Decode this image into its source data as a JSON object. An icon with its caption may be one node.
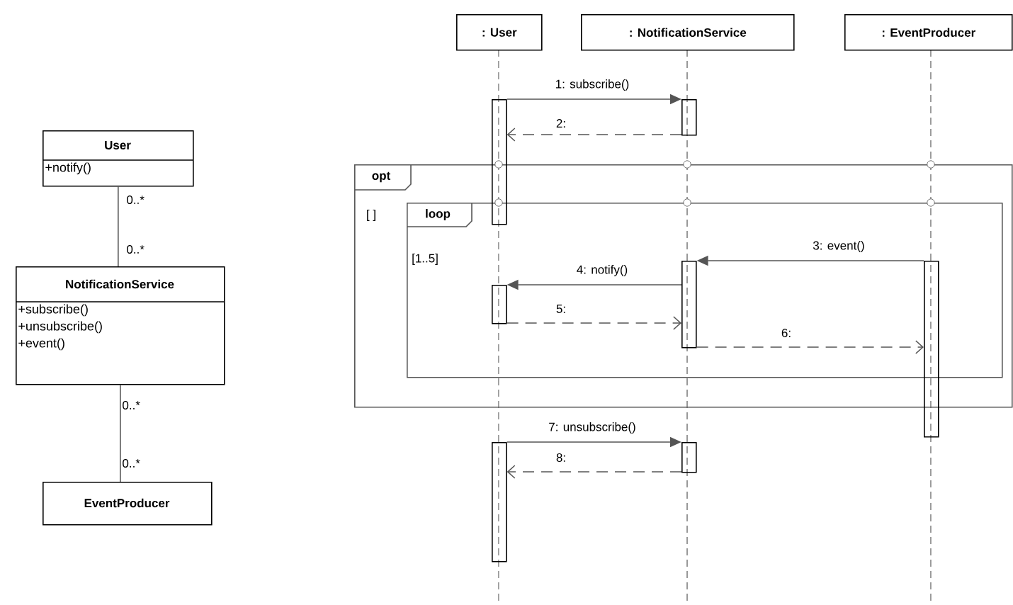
{
  "diagram": {
    "nodes": [
      {
        "text": [
          "User",
          "+notify()"
        ]
      },
      {
        "text": [
          "NotificationService",
          "+subscribe() +unsubscribe() +event()"
        ]
      },
      {
        "text": [
          "EventProducer"
        ]
      },
      {
        "text": [
          ": User"
        ]
      },
      {
        "text": [
          ": NotificationService"
        ]
      },
      {
        "text": [
          ": EventProducer"
        ]
      },
      {
        "text": [
          "opt",
          "[ ]"
        ]
      },
      {
        "text": [
          "loop",
          "[1..5]"
        ],
        "in": 6
      },
      {
        "text": [],
        "shape": "bar"
      },
      {
        "text": [],
        "shape": "bar"
      },
      {
        "text": [],
        "shape": "bar",
        "in": 7
      },
      {
        "text": [],
        "shape": "bar",
        "in": 7
      },
      {
        "text": [],
        "shape": "bar"
      },
      {
        "text": [],
        "shape": "bar"
      },
      {
        "text": [],
        "shape": "bar"
      }
    ],
    "edges": [
      {
        "from": 0,
        "to": 1,
        "arrow": "none"
      },
      {
        "from": 1,
        "to": 2,
        "arrow": "none"
      },
      {
        "from": 8,
        "to": 9,
        "arrow": "to",
        "label": "1: subscribe()"
      },
      {
        "from": 9,
        "to": 8,
        "arrow": "to",
        "label": "2:",
        "style": "dashed"
      },
      {
        "from": 12,
        "to": 11,
        "arrow": "to",
        "label": "3: event()"
      },
      {
        "from": 11,
        "to": 10,
        "arrow": "to",
        "label": "4: notify()"
      },
      {
        "from": 10,
        "to": 11,
        "arrow": "to",
        "label": "5:",
        "style": "dashed"
      },
      {
        "from": 11,
        "to": 12,
        "arrow": "to",
        "label": "6:",
        "style": "dashed"
      },
      {
        "from": 13,
        "to": 14,
        "arrow": "to",
        "label": "7: unsubscribe()"
      },
      {
        "from": 14,
        "to": 13,
        "arrow": "to",
        "label": "8:",
        "style": "dashed"
      }
    ],
    "labels": [
      "0..*",
      "0..*",
      "0..*",
      "0..*"
    ]
  }
}
